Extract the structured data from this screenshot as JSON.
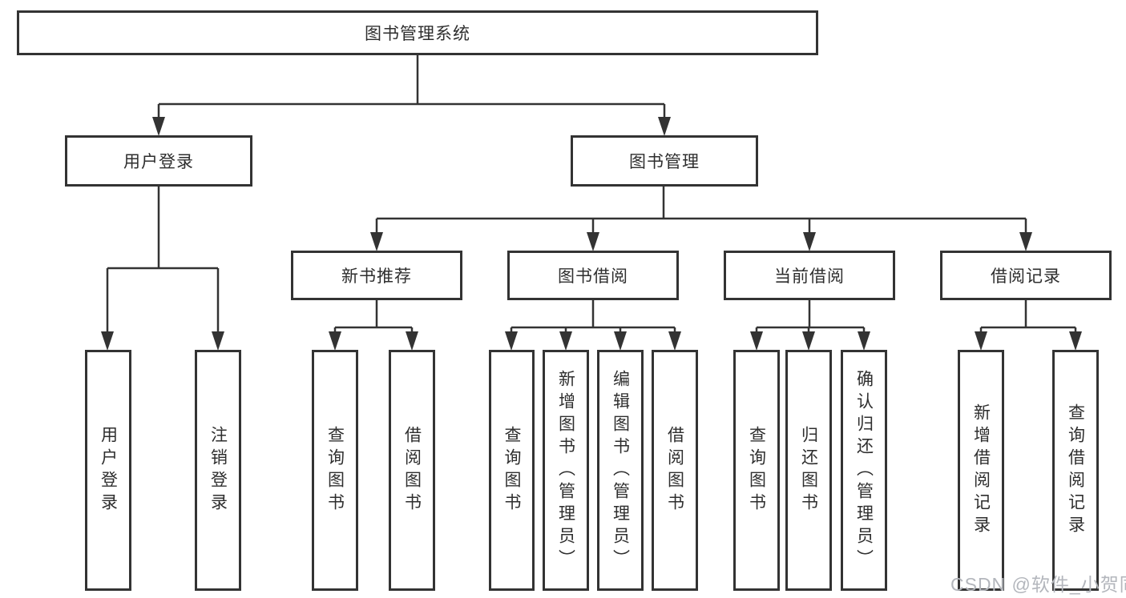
{
  "diagram": {
    "root": {
      "label": "图书管理系统"
    },
    "branches": [
      {
        "label": "用户登录",
        "children": [
          {
            "label": "用户登录"
          },
          {
            "label": "注销登录"
          }
        ]
      },
      {
        "label": "图书管理",
        "children": [
          {
            "label": "新书推荐",
            "children": [
              {
                "label": "查询图书"
              },
              {
                "label": "借阅图书"
              }
            ]
          },
          {
            "label": "图书借阅",
            "children": [
              {
                "label": "查询图书"
              },
              {
                "label": "新增图书（管理员）"
              },
              {
                "label": "编辑图书（管理员）"
              },
              {
                "label": "借阅图书"
              }
            ]
          },
          {
            "label": "当前借阅",
            "children": [
              {
                "label": "查询图书"
              },
              {
                "label": "归还图书"
              },
              {
                "label": "确认归还（管理员）"
              }
            ]
          },
          {
            "label": "借阅记录",
            "children": [
              {
                "label": "新增借阅记录"
              },
              {
                "label": "查询借阅记录"
              }
            ]
          }
        ]
      }
    ]
  },
  "watermark": {
    "text": "CSDN @软件_小贺同学",
    "color": "#b3b6bc"
  },
  "colors": {
    "line": "#333333",
    "text": "#2e2e2e",
    "background": "#ffffff"
  }
}
